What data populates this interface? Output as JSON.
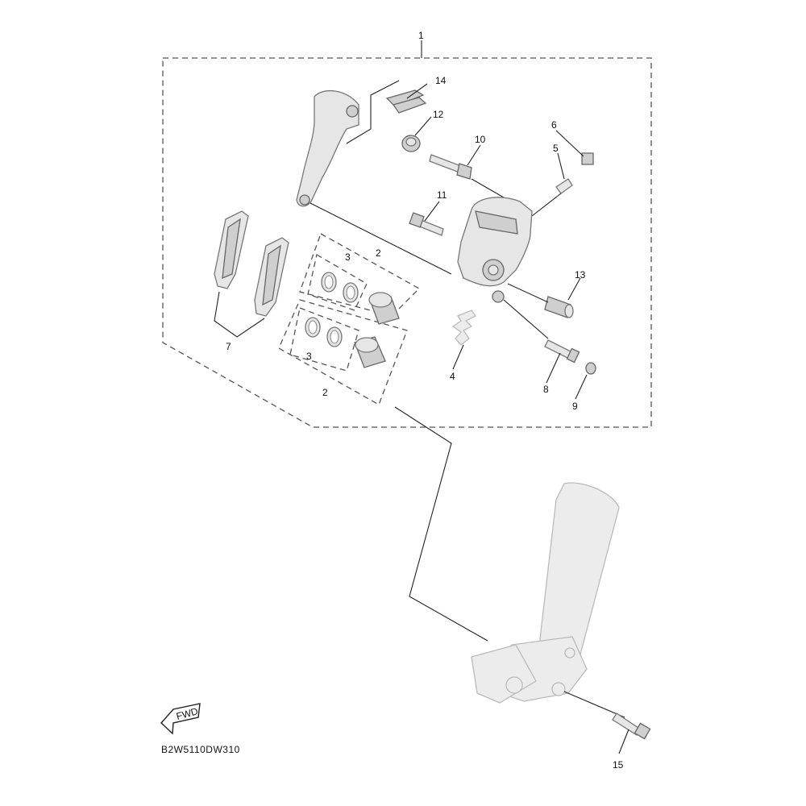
{
  "diagram_code": "B2W5110DW310",
  "fwd_label": "FWD",
  "callouts": {
    "c1": "1",
    "c2a": "2",
    "c2b": "2",
    "c3a": "3",
    "c3b": "3",
    "c4": "4",
    "c5": "5",
    "c6": "6",
    "c7": "7",
    "c8": "8",
    "c9": "9",
    "c10": "10",
    "c11": "11",
    "c12": "12",
    "c13": "13",
    "c14": "14",
    "c15": "15"
  }
}
